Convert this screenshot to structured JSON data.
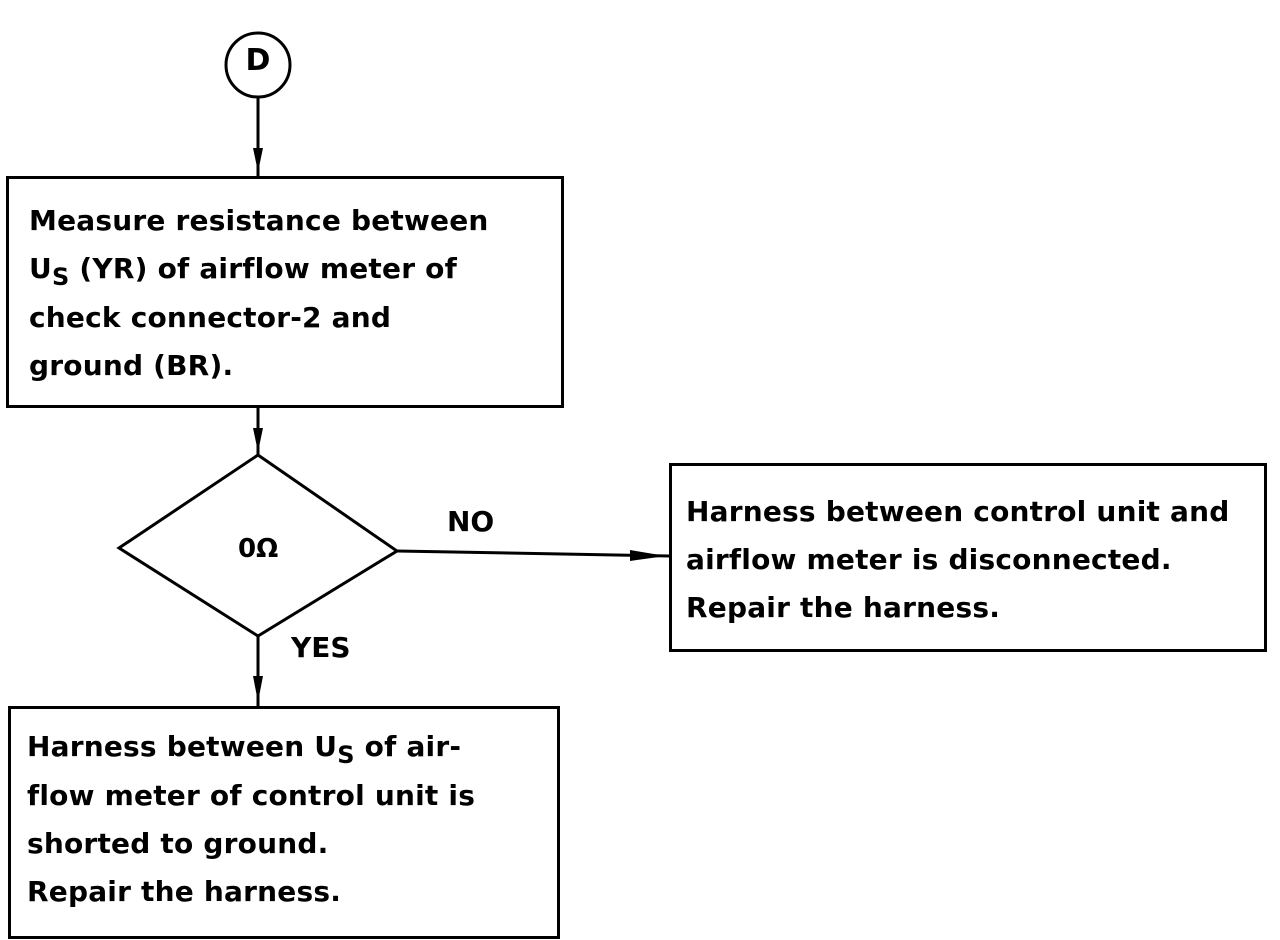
{
  "start_connector": {
    "label": "D"
  },
  "measure_box": {
    "line1": "Measure resistance between",
    "line2_main": "U",
    "line2_sub": "S",
    "line2_rest": " (YR) of airflow meter of",
    "line3": "check connector-2 and",
    "line4": "ground (BR)."
  },
  "decision": {
    "condition": "0Ω",
    "no_label": "NO",
    "yes_label": "YES"
  },
  "no_box": {
    "line1": "Harness between control unit and",
    "line2": "airflow meter is disconnected.",
    "line3": "Repair the harness."
  },
  "yes_box": {
    "line1_main": "Harness between U",
    "line1_sub": "S",
    "line1_rest": " of air-",
    "line2": "flow meter of control unit is",
    "line3": "shorted to ground.",
    "line4": "Repair the harness."
  }
}
